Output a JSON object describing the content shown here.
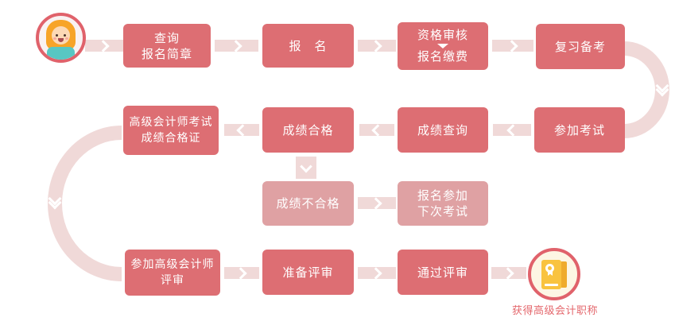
{
  "palette": {
    "step_box": "#dd6e73",
    "step_box_light": "#dfa1a3",
    "connector_pink": "#f0d9d8",
    "icon_border_red": "#e0626b",
    "result_text_red": "#e4686d",
    "certificate_yellow": "#f9c33f",
    "avatar_hair_orange": "#f7a428",
    "avatar_shirt_teal": "#58c7c3"
  },
  "flow": {
    "query": {
      "line1": "查询",
      "line2": "报名简章"
    },
    "register": {
      "label": "报　名"
    },
    "audit": {
      "line1": "资格审核",
      "line2": "报名缴费"
    },
    "prepare_exam": {
      "label": "复习备考"
    },
    "take_exam": {
      "label": "参加考试"
    },
    "score_query": {
      "label": "成绩查询"
    },
    "score_pass": {
      "label": "成绩合格"
    },
    "certificate": {
      "line1": "高级会计师考试",
      "line2": "成绩合格证"
    },
    "score_fail": {
      "label": "成绩不合格"
    },
    "next_exam": {
      "line1": "报名参加",
      "line2": "下次考试"
    },
    "join_review": {
      "line1": "参加高级会计师",
      "line2": "评审"
    },
    "prepare_review": {
      "label": "准备评审"
    },
    "pass_review": {
      "label": "通过评审"
    },
    "result": {
      "label": "获得高级会计职称"
    }
  }
}
